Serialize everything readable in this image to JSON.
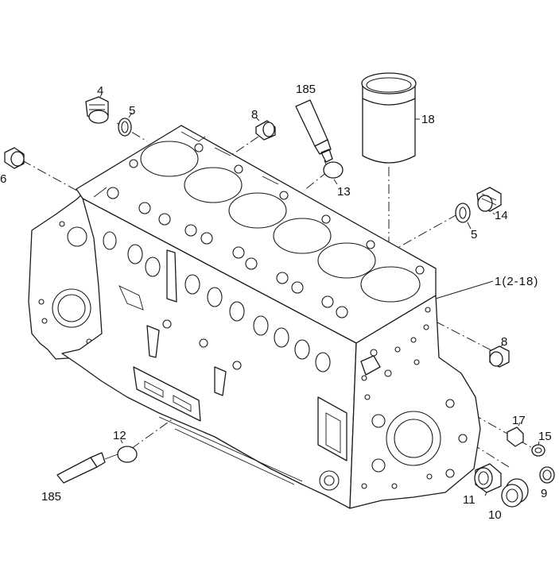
{
  "callouts": {
    "c4": "4",
    "c5a": "5",
    "c6": "6",
    "c8a": "8",
    "c185a": "185",
    "c13": "13",
    "c18": "18",
    "c14": "14",
    "c5b": "5",
    "c1": "1(2-18)",
    "c8b": "8",
    "c17": "17",
    "c15": "15",
    "c12": "12",
    "c185b": "185",
    "c11": "11",
    "c9": "9",
    "c10": "10"
  },
  "colors": {
    "line": "#1a1a1a",
    "background": "#ffffff"
  }
}
